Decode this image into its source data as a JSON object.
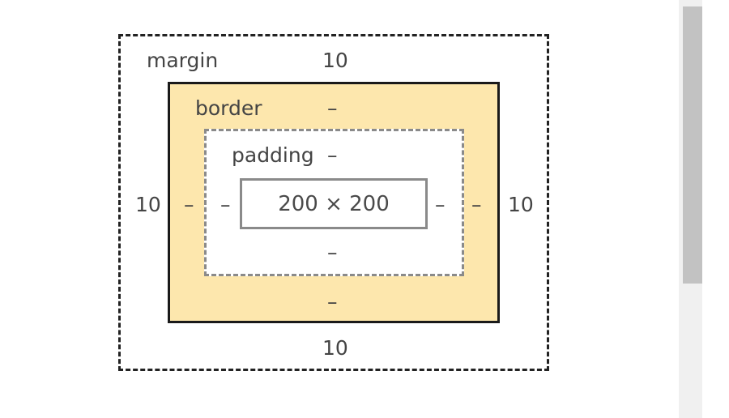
{
  "box_model": {
    "margin": {
      "label": "margin",
      "top": "10",
      "right": "10",
      "bottom": "10",
      "left": "10"
    },
    "border": {
      "label": "border",
      "top": "–",
      "right": "–",
      "bottom": "–",
      "left": "–"
    },
    "padding": {
      "label": "padding",
      "top": "–",
      "right": "–",
      "bottom": "–",
      "left": "–"
    },
    "content": {
      "size": "200 × 200"
    }
  },
  "colors": {
    "border_fill": "#fde7ad",
    "margin_outline": "#222222",
    "padding_outline": "#8a8a8a",
    "scrollbar_thumb": "#c2c2c2",
    "scrollbar_track": "#f0f0f0"
  }
}
